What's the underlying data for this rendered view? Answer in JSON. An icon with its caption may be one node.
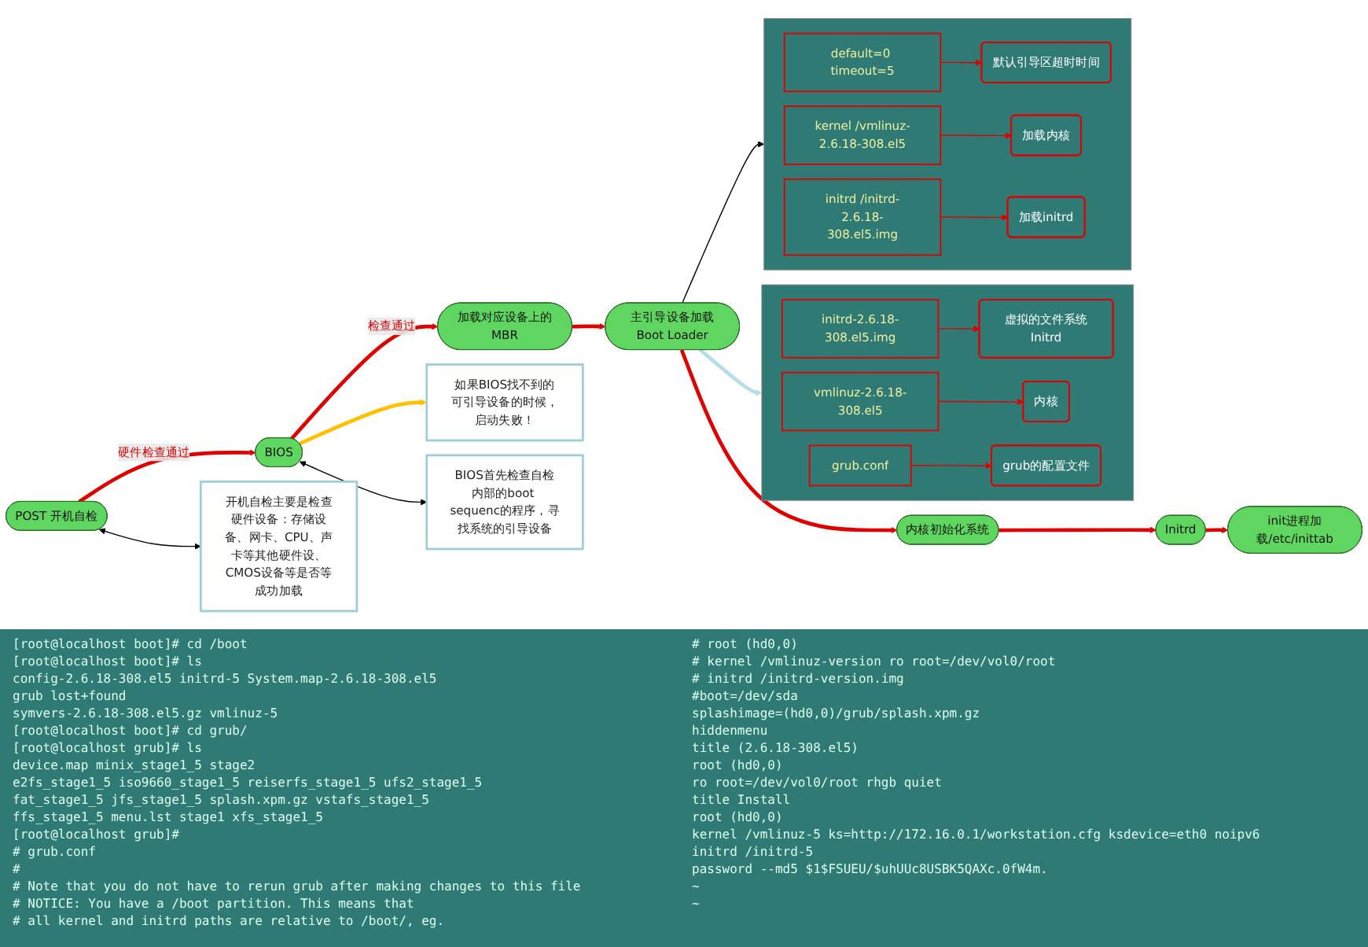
{
  "diagram": {
    "nodes": [
      {
        "text": [
          "POST 开机自检"
        ]
      },
      {
        "text": [
          "BIOS"
        ]
      },
      {
        "text": [
          "加载对应设备上的MBR"
        ]
      },
      {
        "text": [
          "主引导设备加载Boot Loader"
        ]
      },
      {
        "text": [
          "内核初始化系统"
        ]
      },
      {
        "text": [
          "Initrd"
        ]
      },
      {
        "text": [
          "init进程加载/etc/inittab"
        ]
      },
      {
        "text": [
          "如果BIOS找不到的可引导设备的时候，启动失败！"
        ]
      },
      {
        "text": [
          "开机自检主要是检查硬件设备：存储设备、网卡、CPU、声卡等其他硬件设、CMOS设备等是否等成功加载"
        ]
      },
      {
        "text": [
          "BIOS首先检查自检内部的boot sequenc的程序，寻找系统的引导设备"
        ]
      },
      {
        "text": [],
        "shape": "picture"
      },
      {
        "text": [
          "initrd-2.6.18-308.el5.img"
        ],
        "in": 10
      },
      {
        "text": [
          "虚拟的文件系统Initrd"
        ],
        "in": 10
      },
      {
        "text": [
          "vmlinuz-2.6.18-308.el5"
        ],
        "in": 10
      },
      {
        "text": [
          "内核"
        ],
        "in": 10
      },
      {
        "text": [
          "grub.conf"
        ],
        "in": 10
      },
      {
        "text": [
          "grub的配置文件"
        ],
        "in": 10
      },
      {
        "text": [],
        "shape": "picture"
      },
      {
        "text": [
          "default=0 timeout=5"
        ],
        "in": 17
      },
      {
        "text": [
          "默认引导区超时时间"
        ],
        "in": 17
      },
      {
        "text": [
          "kernel /vmlinuz-2.6.18-308.el5"
        ],
        "in": 17
      },
      {
        "text": [
          "加载内核"
        ],
        "in": 17
      },
      {
        "text": [
          "initrd /initrd-2.6.18-308.el5.img"
        ],
        "in": 17
      },
      {
        "text": [
          "加载initrd"
        ],
        "in": 17
      }
    ],
    "edges": [
      {
        "from": 0,
        "to": 1,
        "arrow": "to",
        "label": "硬件检查通过",
        "style": "thick"
      },
      {
        "from": 1,
        "to": 2,
        "arrow": "to",
        "label": "检查通过",
        "style": "thick"
      },
      {
        "from": 2,
        "to": 3,
        "arrow": "to",
        "style": "thick"
      },
      {
        "from": 3,
        "to": 4,
        "arrow": "to",
        "style": "thick"
      },
      {
        "from": 4,
        "to": 5,
        "arrow": "to",
        "style": "thick"
      },
      {
        "from": 5,
        "to": 6,
        "arrow": "to",
        "style": "thick"
      },
      {
        "from": 1,
        "to": 7,
        "arrow": "to",
        "style": "thick",
        "color": "#ffc000"
      },
      {
        "from": 0,
        "to": 8,
        "arrow": "both",
        "color": "#000000"
      },
      {
        "from": 1,
        "to": 9,
        "arrow": "both",
        "color": "#000000"
      },
      {
        "from": 3,
        "to": 10,
        "arrow": "to",
        "style": "thick",
        "color": "#b7dde8"
      },
      {
        "from": 3,
        "to": 17,
        "arrow": "to",
        "color": "#000000"
      },
      {
        "from": 11,
        "to": 12,
        "arrow": "to"
      },
      {
        "from": 13,
        "to": 14,
        "arrow": "to"
      },
      {
        "from": 15,
        "to": 16,
        "arrow": "to"
      },
      {
        "from": 18,
        "to": 19,
        "arrow": "to"
      },
      {
        "from": 20,
        "to": 21,
        "arrow": "to"
      },
      {
        "from": 22,
        "to": 23,
        "arrow": "to"
      }
    ],
    "labels": [
      "[root@localhost boot]# cd /boot",
      "[root@localhost boot]# ls",
      "config-2.6.18-308.el5 initrd-5 System.map-2.6.18-308.el5",
      "grub lost+found",
      "symvers-2.6.18-308.el5.gz vmlinuz-5",
      "[root@localhost boot]# cd grub/",
      "[root@localhost grub]# ls",
      "device.map minix_stage1_5 stage2",
      "e2fs_stage1_5 iso9660_stage1_5 reiserfs_stage1_5 ufs2_stage1_5",
      "fat_stage1_5 jfs_stage1_5 splash.xpm.gz vstafs_stage1_5",
      "ffs_stage1_5 menu.lst stage1 xfs_stage1_5",
      "[root@localhost grub]#",
      "# grub.conf",
      "#",
      "# Note that you do not have to rerun grub after making changes to this file",
      "# NOTICE: You have a /boot partition. This means that",
      "# all kernel and initrd paths are relative to /boot/, eg.",
      "# root (hd0,0)",
      "# kernel /vmlinuz-version ro root=/dev/vol0/root",
      "# initrd /initrd-version.img",
      "#boot=/dev/sda",
      "splashimage=(hd0,0)/grub/splash.xpm.gz",
      "hiddenmenu",
      "title (2.6.18-308.el5)",
      "root (hd0,0)",
      "ro root=/dev/vol0/root rhgb quiet",
      "title Install",
      "root (hd0,0)",
      "kernel /vmlinuz-5 ks=http://172.16.0.1/workstation.cfg ksdevice=eth0 noipv6",
      "initrd /initrd-5",
      "password --md5 $1$FSUEU/$uhUUc8USBK5QAXc.0fW4m.",
      "~",
      "~"
    ]
  }
}
